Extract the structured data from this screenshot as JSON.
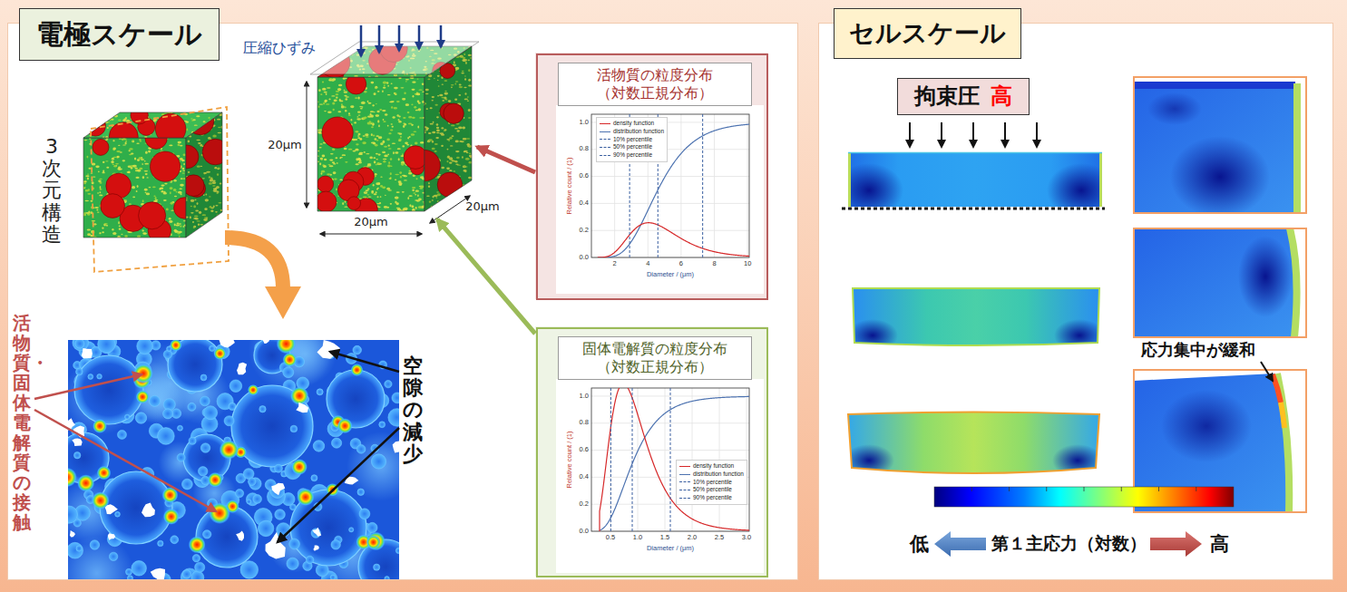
{
  "diagram": {
    "nodes": [
      {
        "text": [
          "電極スケール"
        ]
      },
      {
        "text": [
          "活物質の粒度分布 （対数正規分布）"
        ],
        "in": 0
      },
      {
        "text": [
          "固体電解質の粒度分布 （対数正規分布）"
        ],
        "in": 0
      },
      {
        "text": [
          "セルスケール"
        ]
      },
      {
        "text": [
          "拘束圧",
          "高"
        ],
        "in": 3
      }
    ],
    "labels": [
      "圧縮ひずみ",
      "20μm",
      "20μm",
      "20μm",
      "3次元構造",
      "活物質・固体電解質の接触",
      "空隙の減少",
      "Relative count / (1)",
      "Diameter / (μm)",
      "0.0",
      "0.2",
      "0.4",
      "0.6",
      "0.8",
      "1.0",
      "2",
      "4",
      "6",
      "8",
      "10",
      "Relative count / (1)",
      "Diameter / (μm)",
      "0.0",
      "0.2",
      "0.4",
      "0.6",
      "0.8",
      "1.0",
      "0.5",
      "1.0",
      "1.5",
      "2.0",
      "2.5",
      "3.0",
      "応力集中が緩和",
      "低",
      "第１主応力（対数）",
      "高"
    ],
    "legend": [
      {
        "text": "density function"
      },
      {
        "text": "distribution function"
      },
      {
        "text": "10% percentile"
      },
      {
        "text": "50% percentile"
      },
      {
        "text": "90% percentile"
      },
      {
        "text": "density function"
      },
      {
        "text": "distribution function"
      },
      {
        "text": "10% percentile"
      },
      {
        "text": "50% percentile"
      },
      {
        "text": "90% percentile"
      }
    ]
  }
}
